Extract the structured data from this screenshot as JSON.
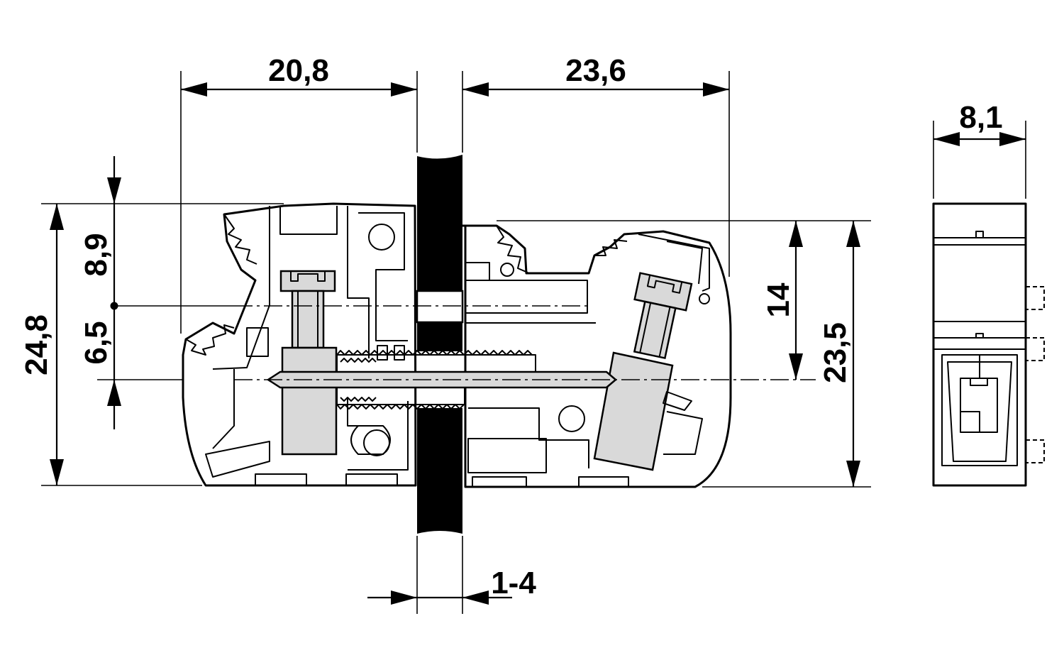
{
  "dimensions": {
    "left_width": "20,8",
    "right_width": "23,6",
    "side_width": "8,1",
    "total_height_left": "24,8",
    "upper_offset": "8,9",
    "center_offset": "6,5",
    "upper_right_height": "14",
    "total_height_right": "23,5",
    "wall_thickness": "1-4"
  }
}
